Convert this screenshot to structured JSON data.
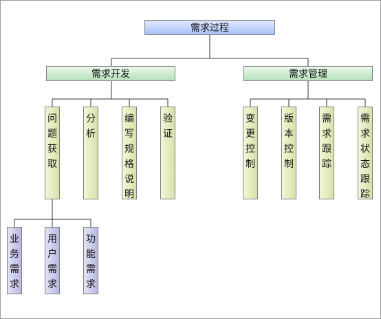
{
  "root": {
    "label": "需求过程"
  },
  "branches": [
    {
      "label": "需求开发",
      "children": [
        {
          "label": "问题获取",
          "children": [
            "业务需求",
            "用户需求",
            "功能需求"
          ]
        },
        {
          "label": "分析"
        },
        {
          "label": "编写规格说明"
        },
        {
          "label": "验证"
        }
      ]
    },
    {
      "label": "需求管理",
      "children": [
        {
          "label": "变更控制"
        },
        {
          "label": "版本控制"
        },
        {
          "label": "需求跟踪"
        },
        {
          "label": "需求状态跟踪"
        }
      ]
    }
  ],
  "colors": {
    "root_fill": "#a9c1f7",
    "branch_fill": "#b5e0bb",
    "leaf_fill": "#d6e2a9",
    "sub_leaf_fill": "#b7b8e0",
    "line": "#333333"
  }
}
